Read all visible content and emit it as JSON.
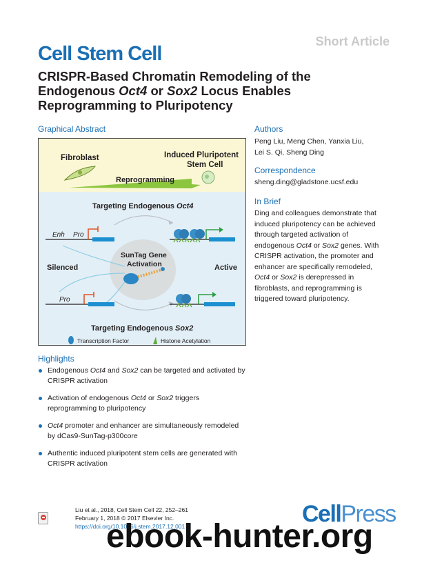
{
  "header": {
    "article_type": "Short Article",
    "journal": "Cell Stem Cell"
  },
  "title": {
    "line1": "CRISPR-Based Chromatin Remodeling of the",
    "line2_pre": "Endogenous ",
    "gene1": "Oct4",
    "line2_mid": " or ",
    "gene2": "Sox2",
    "line2_post": " Locus Enables",
    "line3": "Reprogramming to Pluripotency"
  },
  "graphical_abstract": {
    "heading": "Graphical Abstract",
    "fibroblast": "Fibroblast",
    "ipsc_line1": "Induced Pluripotent",
    "ipsc_line2": "Stem Cell",
    "reprogramming": "Reprogramming",
    "target_oct4_prefix": "Targeting Endogenous ",
    "target_oct4_gene": "Oct4",
    "enh": "Enh",
    "pro_top": "Pro",
    "pro_bottom": "Pro",
    "suntag_line1": "SunTag Gene",
    "suntag_line2": "Activation",
    "silenced": "Silenced",
    "active": "Active",
    "target_sox2_prefix": "Targeting Endogenous ",
    "target_sox2_gene": "Sox2",
    "legend_tf": "Transcription Factor",
    "legend_ha": "Histone Acetylation"
  },
  "authors": {
    "heading": "Authors",
    "line1": "Peng Liu, Meng Chen, Yanxia Liu,",
    "line2": "Lei S. Qi, Sheng Ding"
  },
  "correspondence": {
    "heading": "Correspondence",
    "email": "sheng.ding@gladstone.ucsf.edu"
  },
  "in_brief": {
    "heading": "In Brief",
    "l1": "Ding and colleagues demonstrate that",
    "l2": "induced pluripotency can be achieved",
    "l3": "through targeted activation of",
    "l4_pre": "endogenous ",
    "l4_g1": "Oct4",
    "l4_mid": " or ",
    "l4_g2": "Sox2",
    "l4_post": " genes. With",
    "l5": "CRISPR activation, the promoter and",
    "l6": "enhancer are specifically remodeled,",
    "l7_g1": "Oct4",
    "l7_mid": " or ",
    "l7_g2": "Sox2",
    "l7_post": " is derepressed in",
    "l8": "fibroblasts, and reprogramming is",
    "l9": "triggered toward pluripotency."
  },
  "highlights": {
    "heading": "Highlights",
    "h1_pre": "Endogenous ",
    "h1_g1": "Oct4",
    "h1_mid": " and ",
    "h1_g2": "Sox2",
    "h1_post": " can be targeted and activated by",
    "h1_l2": "CRISPR activation",
    "h2_pre": "Activation of endogenous ",
    "h2_g1": "Oct4",
    "h2_mid": " or ",
    "h2_g2": "Sox2",
    "h2_post": " triggers",
    "h2_l2": "reprogramming to pluripotency",
    "h3_g1": "Oct4",
    "h3_post": " promoter and enhancer are simultaneously remodeled",
    "h3_l2": "by dCas9-SunTag-p300core",
    "h4_l1": "Authentic induced pluripotent stem cells are generated with",
    "h4_l2": "CRISPR activation"
  },
  "citation": {
    "line1": "Liu et al., 2018, Cell Stem Cell 22, 252–261",
    "line2": "February 1, 2018 © 2017 Elsevier Inc.",
    "doi": "https://doi.org/10.1016/j.stem.2017.12.001"
  },
  "publisher": {
    "cell": "Cell",
    "press": "Press"
  },
  "watermark": "ebook-hunter.org",
  "colors": {
    "accent": "#1a6fb5",
    "ga_top_band": "#fbf7d5",
    "ga_lower_band": "#e3eff6",
    "reprogramming_arrow": "#8cc63f",
    "promoter_red": "#e0552b",
    "active_green": "#2e9e47",
    "gene_blue": "#1b8fd0"
  }
}
